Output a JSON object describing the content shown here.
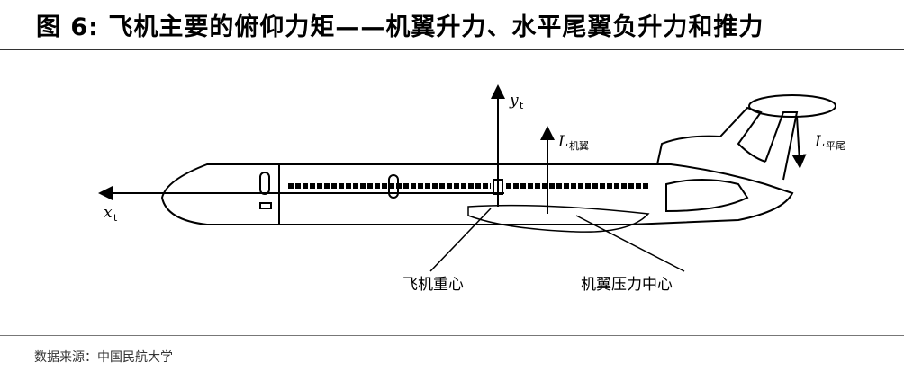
{
  "title": "图 6: 飞机主要的俯仰力矩——机翼升力、水平尾翼负升力和推力",
  "diagram": {
    "y_axis": "y",
    "y_sub": "t",
    "x_axis": "x",
    "x_sub": "t",
    "lift_wing": "L",
    "lift_wing_sub": "机翼",
    "lift_tail": "L",
    "lift_tail_sub": "平尾",
    "cg_label": "飞机重心",
    "cp_label": "机翼压力中心"
  },
  "source": "数据来源：中国民航大学"
}
